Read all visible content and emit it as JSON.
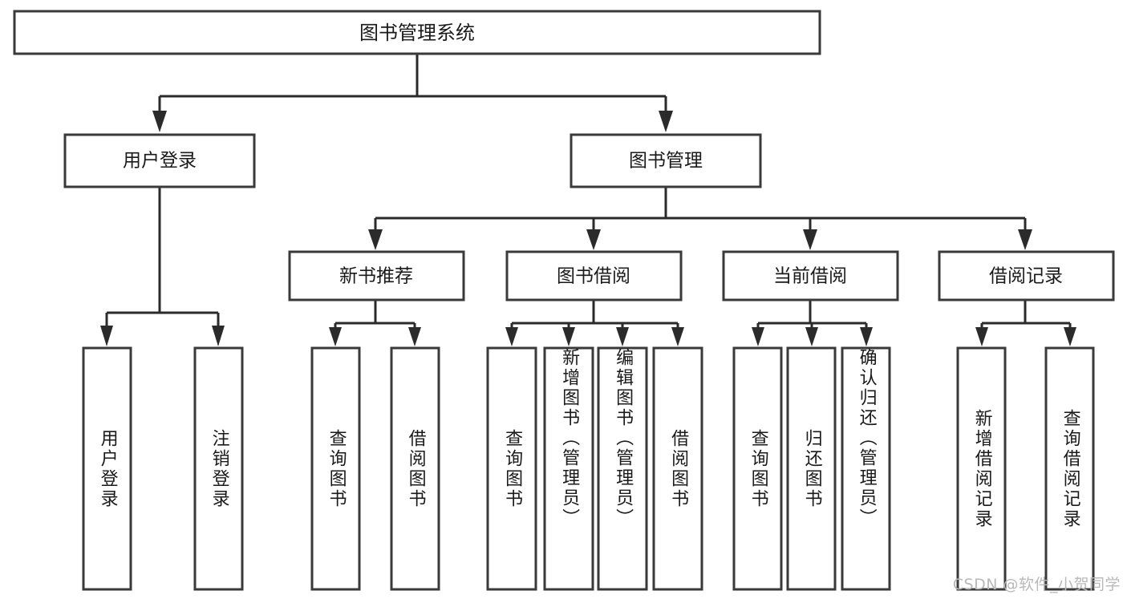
{
  "diagram": {
    "type": "tree",
    "title": "图书管理系统",
    "watermark": "CSDN @软件_小贺同学",
    "colors": {
      "box_stroke": "#3a3a3a",
      "connector": "#2b2b2b",
      "box_fill": "#ffffff",
      "text": "#1a1a1a",
      "watermark": "#b9b9b9"
    },
    "root": {
      "id": "root",
      "label": "图书管理系统"
    },
    "level2": [
      {
        "id": "user-login",
        "label": "用户登录"
      },
      {
        "id": "book-manage",
        "label": "图书管理"
      }
    ],
    "level3": [
      {
        "id": "new-book-rec",
        "label": "新书推荐",
        "parent": "book-manage"
      },
      {
        "id": "book-borrow",
        "label": "图书借阅",
        "parent": "book-manage"
      },
      {
        "id": "current-borrow",
        "label": "当前借阅",
        "parent": "book-manage"
      },
      {
        "id": "borrow-record",
        "label": "借阅记录",
        "parent": "book-manage"
      }
    ],
    "leaves": [
      {
        "id": "leaf-user-login",
        "label": "用户登录",
        "parent": "user-login"
      },
      {
        "id": "leaf-user-logout",
        "label": "注销登录",
        "parent": "user-login"
      },
      {
        "id": "leaf-query-book-rec",
        "label": "查询图书",
        "parent": "new-book-rec"
      },
      {
        "id": "leaf-borrow-book-rec",
        "label": "借阅图书",
        "parent": "new-book-rec"
      },
      {
        "id": "leaf-query-book-borrow",
        "label": "查询图书",
        "parent": "book-borrow"
      },
      {
        "id": "leaf-add-book",
        "label": "新增图书（管理员）",
        "parent": "book-borrow"
      },
      {
        "id": "leaf-edit-book",
        "label": "编辑图书（管理员）",
        "parent": "book-borrow"
      },
      {
        "id": "leaf-borrow-book",
        "label": "借阅图书",
        "parent": "book-borrow"
      },
      {
        "id": "leaf-query-book-current",
        "label": "查询图书",
        "parent": "current-borrow"
      },
      {
        "id": "leaf-return-book",
        "label": "归还图书",
        "parent": "current-borrow"
      },
      {
        "id": "leaf-confirm-return",
        "label": "确认归还（管理员）",
        "parent": "current-borrow"
      },
      {
        "id": "leaf-add-record",
        "label": "新增借阅记录",
        "parent": "borrow-record"
      },
      {
        "id": "leaf-query-record",
        "label": "查询借阅记录",
        "parent": "borrow-record"
      }
    ]
  }
}
